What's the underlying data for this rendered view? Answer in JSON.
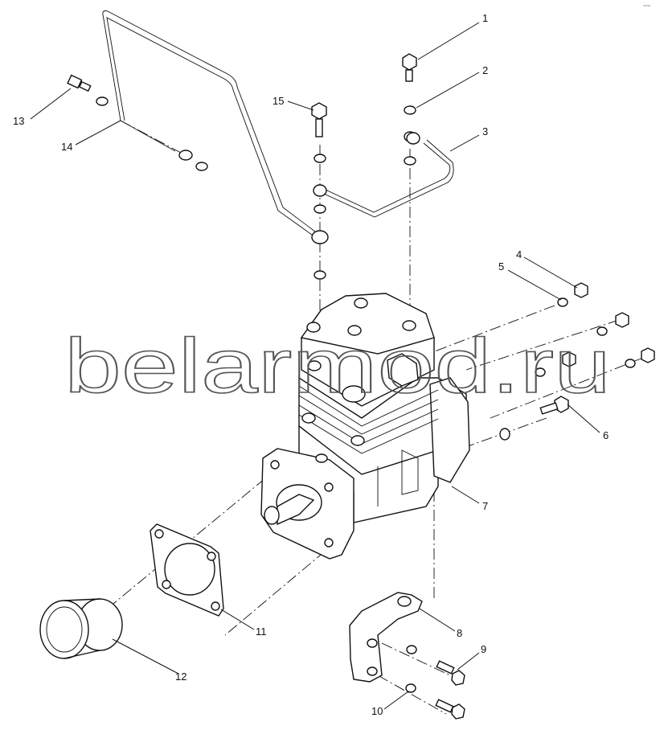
{
  "corner_mark": "~~",
  "watermark": "belarmod.ru",
  "callouts": [
    "1",
    "2",
    "3",
    "4",
    "5",
    "6",
    "7",
    "8",
    "9",
    "10",
    "11",
    "12",
    "13",
    "14",
    "15"
  ]
}
